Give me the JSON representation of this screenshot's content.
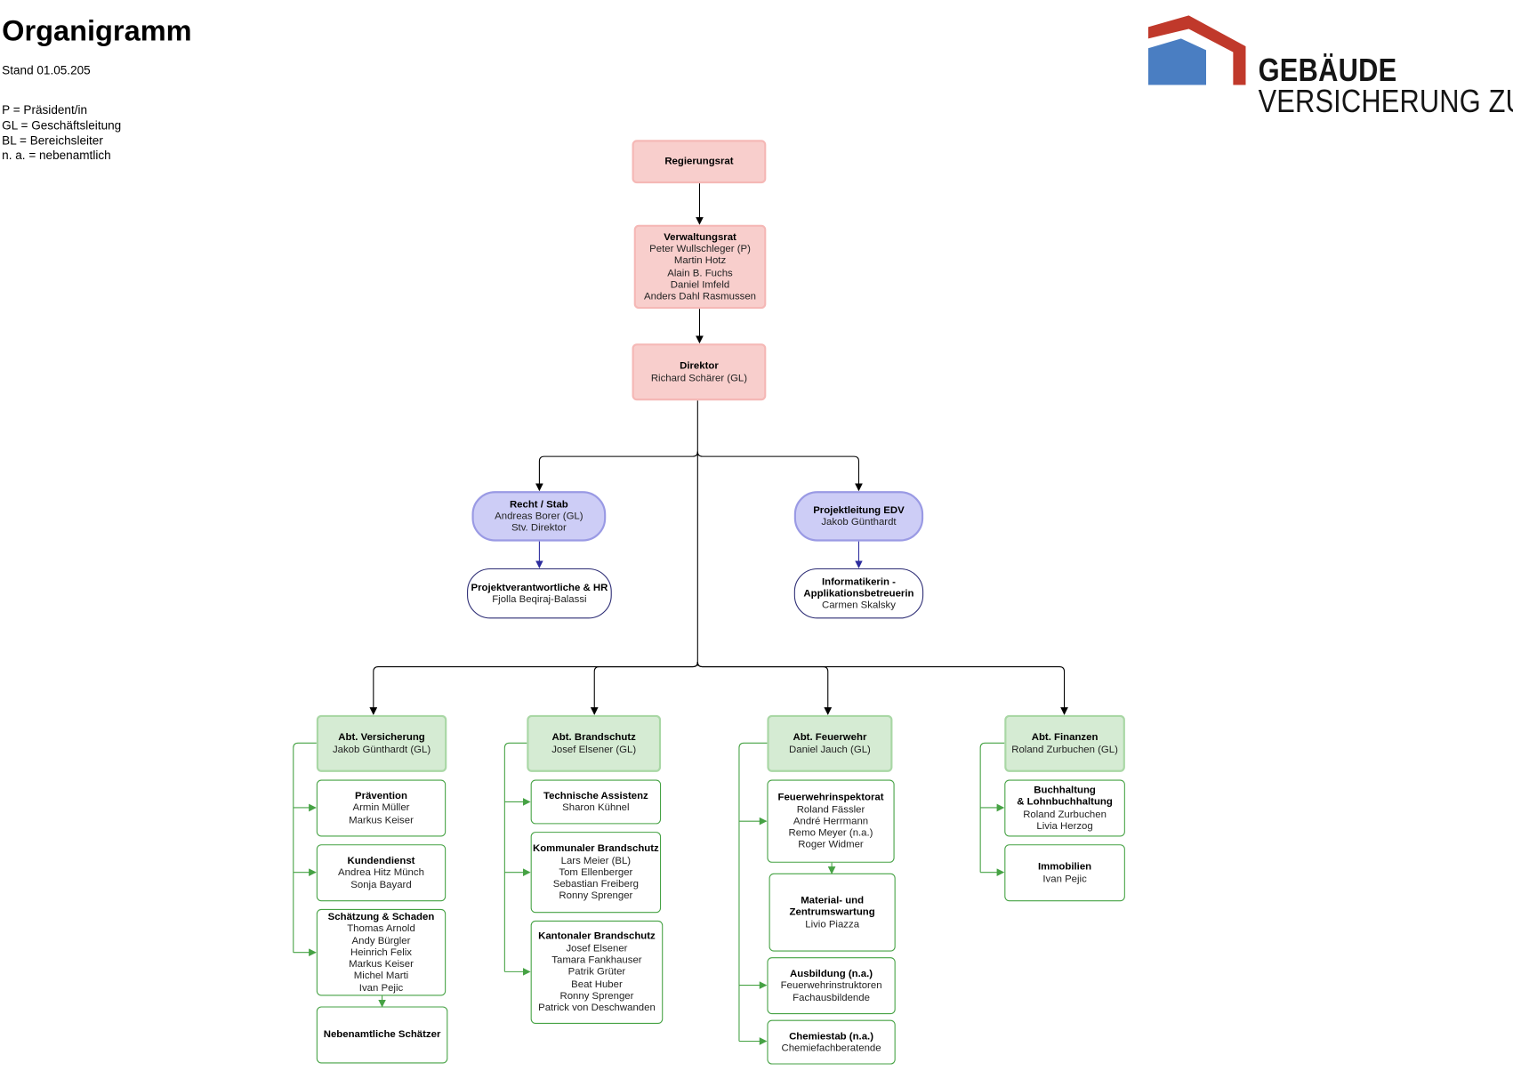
{
  "header": {
    "title": "Organigramm",
    "stand": "Stand 01.05.205",
    "legend": [
      "P = Präsident/in",
      "GL = Geschäftsleitung",
      "BL = Bereichsleiter",
      "n. a. = nebenamtlich"
    ]
  },
  "logo": {
    "line1": "GEBÄUDE",
    "line2": "VERSICHERUNG ZUG",
    "colors": {
      "roof": "#c0392b",
      "house": "#4a7ec2"
    }
  },
  "colors": {
    "top_fill": "#f8cecc",
    "staff_fill": "#cdcdf6",
    "dept_fill": "#d5ebd3",
    "staff_line": "#2c2c9e",
    "dept_line": "#46a244"
  },
  "nodes": {
    "regierungsrat": {
      "title": "Regierungsrat",
      "lines": []
    },
    "verwaltungsrat": {
      "title": "Verwaltungsrat",
      "lines": [
        "Peter Wullschleger (P)",
        "Martin Hotz",
        "Alain B. Fuchs",
        "Daniel Imfeld",
        "Anders Dahl Rasmussen"
      ]
    },
    "direktor": {
      "title": "Direktor",
      "lines": [
        "Richard Schärer (GL)"
      ]
    },
    "recht": {
      "title": "Recht / Stab",
      "lines": [
        "Andreas Borer (GL)",
        "Stv. Direktor"
      ]
    },
    "projektverantwortliche": {
      "title": "Projektverantwortliche & HR",
      "lines": [
        "Fjolla Beqiraj-Balassi"
      ]
    },
    "projektleitung_edv": {
      "title": "Projektleitung EDV",
      "lines": [
        "Jakob Günthardt"
      ]
    },
    "informatikerin": {
      "title": "Informatikerin -",
      "title2": "Applikationsbetreuerin",
      "lines": [
        "Carmen Skalsky"
      ]
    },
    "abt_versicherung": {
      "title": "Abt. Versicherung",
      "lines": [
        "Jakob Günthardt (GL)"
      ]
    },
    "praevention": {
      "title": "Prävention",
      "lines": [
        "Armin Müller",
        "Markus Keiser"
      ]
    },
    "kundendienst": {
      "title": "Kundendienst",
      "lines": [
        "Andrea Hitz Münch",
        "Sonja Bayard"
      ]
    },
    "schaetzung": {
      "title": "Schätzung & Schaden",
      "lines": [
        "Thomas Arnold",
        "Andy Bürgler",
        "Heinrich Felix",
        "Markus Keiser",
        "Michel Marti",
        "Ivan Pejic"
      ]
    },
    "nebenamtliche": {
      "title": "Nebenamtliche Schätzer",
      "lines": []
    },
    "abt_brandschutz": {
      "title": "Abt. Brandschutz",
      "lines": [
        "Josef Elsener (GL)"
      ]
    },
    "technische": {
      "title": "Technische Assistenz",
      "lines": [
        "Sharon Kühnel"
      ]
    },
    "kommunaler": {
      "title": "Kommunaler Brandschutz",
      "lines": [
        "Lars Meier (BL)",
        "Tom Ellenberger",
        "Sebastian Freiberg",
        "Ronny Sprenger"
      ]
    },
    "kantonaler": {
      "title": "Kantonaler Brandschutz",
      "lines": [
        "Josef Elsener",
        "Tamara Fankhauser",
        "Patrik Grüter",
        "Beat Huber",
        "Ronny Sprenger",
        "Patrick von Deschwanden"
      ]
    },
    "abt_feuerwehr": {
      "title": "Abt. Feuerwehr",
      "lines": [
        "Daniel Jauch (GL)"
      ]
    },
    "feuerwehrinspektorat": {
      "title": "Feuerwehrinspektorat",
      "lines": [
        "Roland Fässler",
        "André Herrmann",
        "Remo Meyer (n.a.)",
        "Roger Widmer"
      ]
    },
    "material": {
      "title": "Material- und",
      "title2": "Zentrumswartung",
      "lines": [
        "Livio Piazza"
      ]
    },
    "ausbildung": {
      "title": "Ausbildung (n.a.)",
      "lines": [
        "Feuerwehrinstruktoren",
        "Fachausbildende"
      ]
    },
    "chemiestab": {
      "title": "Chemiestab (n.a.)",
      "lines": [
        "Chemiefachberatende"
      ]
    },
    "abt_finanzen": {
      "title": "Abt. Finanzen",
      "lines": [
        "Roland Zurbuchen (GL)"
      ]
    },
    "buchhaltung": {
      "title": "Buchhaltung",
      "title2": "& Lohnbuchhaltung",
      "lines": [
        "Roland Zurbuchen",
        "Livia Herzog"
      ]
    },
    "immobilien": {
      "title": "Immobilien",
      "lines": [
        "Ivan Pejic"
      ]
    }
  }
}
